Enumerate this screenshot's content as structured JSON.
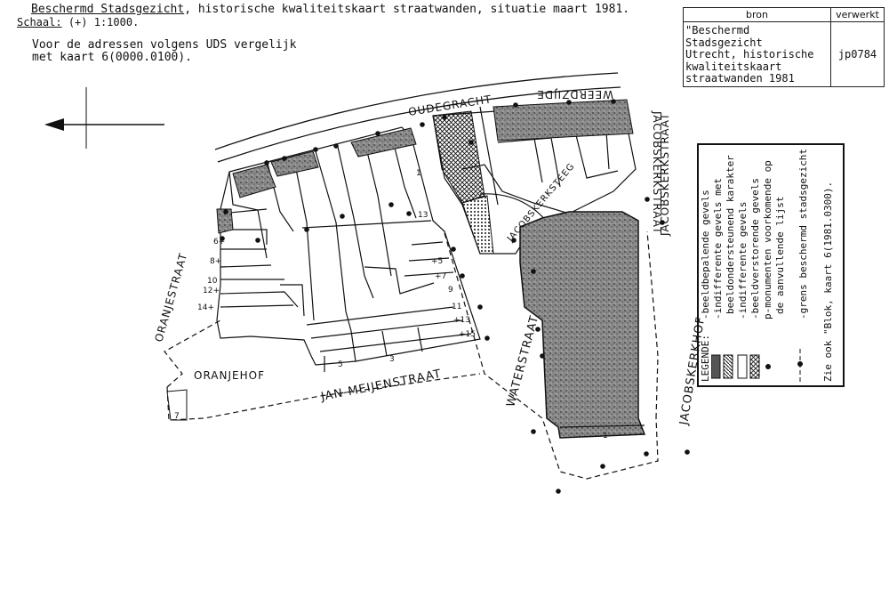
{
  "header": {
    "title_underlined": "Beschermd Stadsgezicht",
    "title_rest": ", historische kwaliteitskaart straatwanden, situatie maart 1981.",
    "scale_label": "Schaal:",
    "scale_symbol": "(+)",
    "scale_value": "1:1000.",
    "note_line1": "Voor de adressen volgens UDS vergelijk",
    "note_line2": "met kaart 6(0000.0100)."
  },
  "source_box": {
    "col_bron": "bron",
    "col_verwerkt": "verwerkt",
    "bron_text": [
      "\"Beschermd Stadsgezicht",
      "Utrecht, historische",
      "kwaliteitskaart",
      "straatwanden 1981"
    ],
    "verwerkt_text": "jp0784"
  },
  "legend": {
    "title": "LEGENDE:",
    "items": [
      "-beeldbepalende gevels",
      "-indifferente gevels met",
      "beeldondersteunend karakter",
      "-indifferente gevels",
      "-beeldverstorende gevels",
      "p-monumenten voorkomende op",
      "de aanvullende lijst",
      "-grens beschermd stadsgezicht",
      "Zie ook \"Blok, kaart 6(1981.0300)."
    ]
  },
  "streets": {
    "oudegracht": "OUDEGRACHT",
    "weerdzijde": "WEERDZIJDE",
    "jacobskerkstraat": "JACOBSKERKSTRAAT",
    "jacobskerksteeg": "JACOBSKERKSTEEG",
    "oranjestraat": "ORANJESTRAAT",
    "oranjehof": "ORANJEHOF",
    "jan_meijenstraat": "JAN-MEIJENSTRAAT",
    "waterstraat": "WATERSTRAAT",
    "jacobskerkhof": "JACOBSKERKHOF"
  },
  "house_numbers": [
    "6+",
    "8+",
    "10",
    "12+",
    "14+",
    "+5",
    "+7",
    "9",
    "11",
    "+13",
    "+15",
    "5",
    "3",
    "1",
    "7",
    "1",
    "13"
  ],
  "colors": {
    "ink": "#111111",
    "paper": "#ffffff",
    "shade": "#7a7a7a"
  }
}
